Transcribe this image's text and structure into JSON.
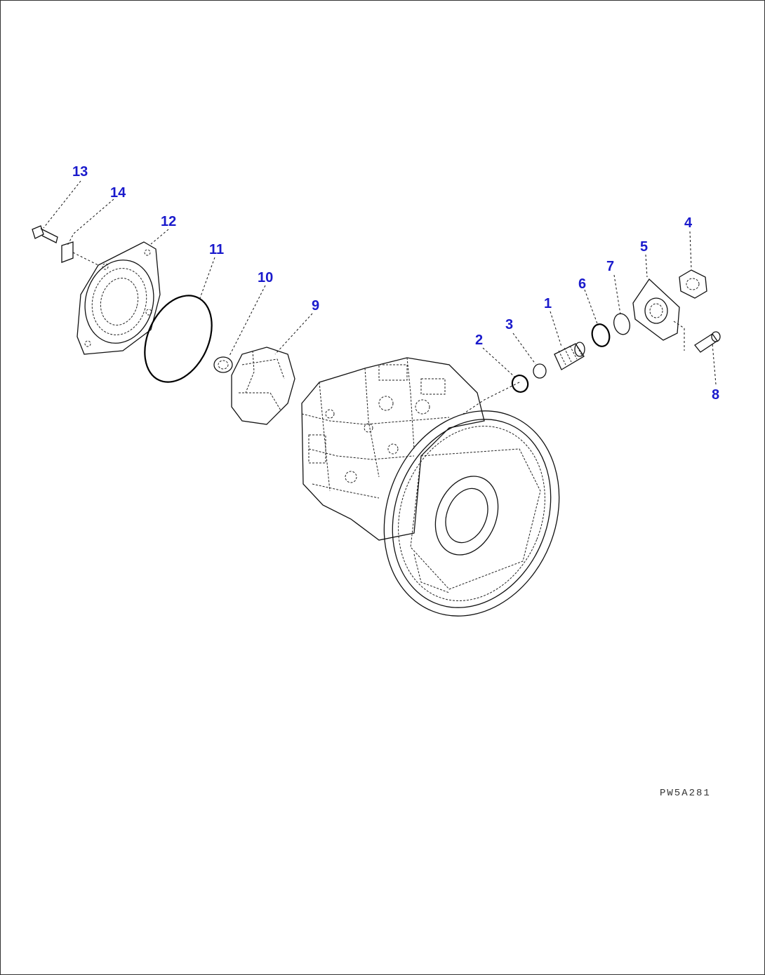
{
  "drawing_code": "PW5A281",
  "callouts": [
    {
      "id": "c1",
      "label": "1"
    },
    {
      "id": "c2",
      "label": "2"
    },
    {
      "id": "c3",
      "label": "3"
    },
    {
      "id": "c4",
      "label": "4"
    },
    {
      "id": "c5",
      "label": "5"
    },
    {
      "id": "c6",
      "label": "6"
    },
    {
      "id": "c7",
      "label": "7"
    },
    {
      "id": "c8",
      "label": "8"
    },
    {
      "id": "c9",
      "label": "9"
    },
    {
      "id": "c10",
      "label": "10"
    },
    {
      "id": "c11",
      "label": "11"
    },
    {
      "id": "c12",
      "label": "12"
    },
    {
      "id": "c13",
      "label": "13"
    },
    {
      "id": "c14",
      "label": "14"
    }
  ],
  "colors": {
    "callout": "#1a1acc",
    "line": "#111111"
  }
}
